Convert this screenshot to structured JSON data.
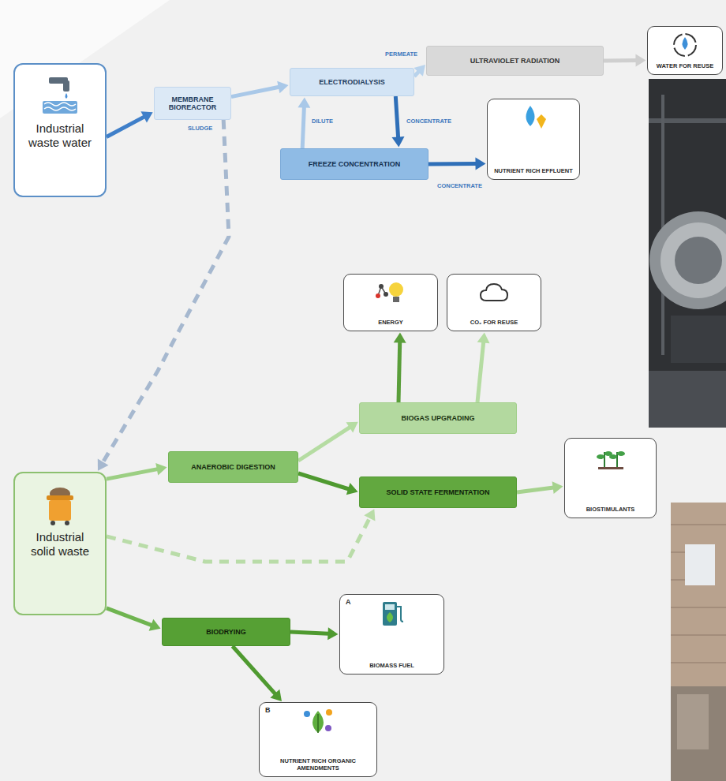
{
  "diagram": {
    "nodes": [
      {
        "text": [
          "Industrial waste water"
        ]
      },
      {
        "text": [
          "MEMBRANE BIOREACTOR"
        ]
      },
      {
        "text": [
          "ELECTRODIALYSIS"
        ]
      },
      {
        "text": [
          "ULTRAVIOLET RADIATION"
        ]
      },
      {
        "text": [
          "WATER FOR REUSE"
        ]
      },
      {
        "text": [
          "FREEZE CONCENTRATION"
        ]
      },
      {
        "text": [
          "NUTRIENT RICH EFFLUENT"
        ]
      },
      {
        "text": [
          "ENERGY"
        ]
      },
      {
        "text": [
          "CO₂ FOR REUSE"
        ]
      },
      {
        "text": [
          "BIOGAS UPGRADING"
        ]
      },
      {
        "text": [
          "ANAEROBIC DIGESTION"
        ]
      },
      {
        "text": [
          "SOLID STATE FERMENTATION"
        ]
      },
      {
        "text": [
          "BIOSTIMULANTS"
        ]
      },
      {
        "text": [
          "Industrial solid waste"
        ]
      },
      {
        "text": [
          "BIODRYING"
        ]
      },
      {
        "text": [
          "A",
          "BIOMASS FUEL"
        ]
      },
      {
        "text": [
          "B",
          "NUTRIENT RICH ORGANIC AMENDMENTS"
        ]
      }
    ],
    "edges": [
      {
        "from": 0,
        "to": 1,
        "arrow": "to"
      },
      {
        "from": 1,
        "to": 2,
        "arrow": "to"
      },
      {
        "from": 2,
        "to": 3,
        "label": "PERMEATE",
        "arrow": "to"
      },
      {
        "from": 3,
        "to": 4,
        "arrow": "to"
      },
      {
        "from": 2,
        "to": 5,
        "label": "CONCENTRATE",
        "arrow": "to"
      },
      {
        "from": 5,
        "to": 2,
        "label": "DILUTE",
        "arrow": "to"
      },
      {
        "from": 5,
        "to": 6,
        "label": "CONCENTRATE",
        "arrow": "to"
      },
      {
        "from": 1,
        "to": 13,
        "label": "SLUDGE",
        "arrow": "to"
      },
      {
        "from": 13,
        "to": 10,
        "arrow": "to"
      },
      {
        "from": 10,
        "to": 9,
        "arrow": "to"
      },
      {
        "from": 10,
        "to": 11,
        "arrow": "to"
      },
      {
        "from": 13,
        "to": 11,
        "arrow": "to"
      },
      {
        "from": 9,
        "to": 7,
        "arrow": "to"
      },
      {
        "from": 9,
        "to": 8,
        "arrow": "to"
      },
      {
        "from": 11,
        "to": 12,
        "arrow": "to"
      },
      {
        "from": 13,
        "to": 14,
        "arrow": "to"
      },
      {
        "from": 14,
        "to": 15,
        "arrow": "to"
      },
      {
        "from": 14,
        "to": 16,
        "arrow": "to"
      }
    ]
  }
}
